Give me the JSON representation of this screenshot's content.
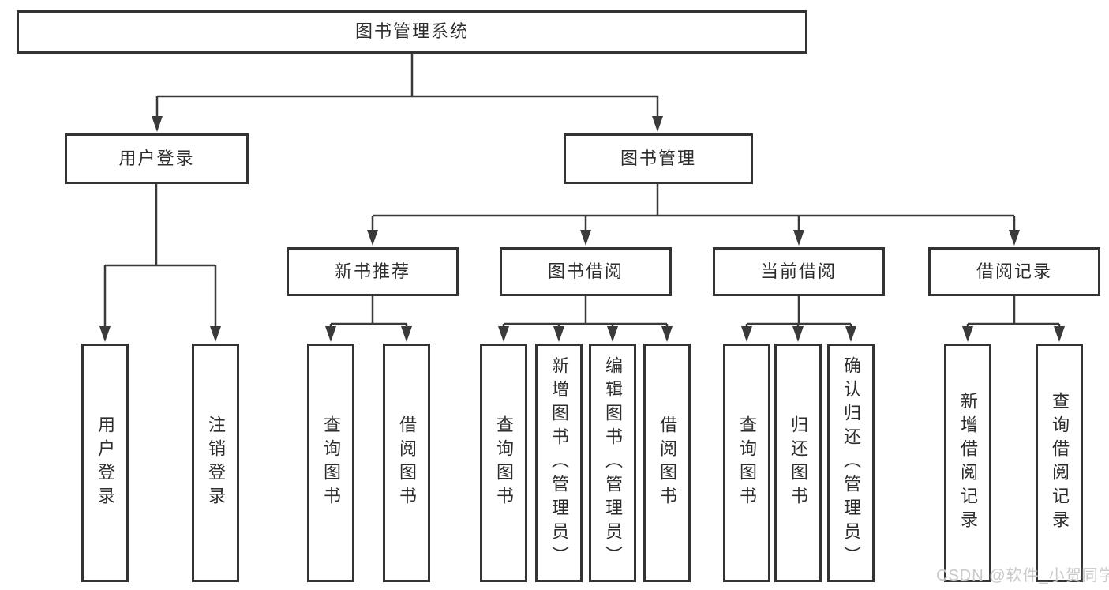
{
  "diagram": {
    "root": {
      "label": "图书管理系统"
    },
    "user_login": {
      "label": "用户登录",
      "children": [
        {
          "label": "用户登录"
        },
        {
          "label": "注销登录"
        }
      ]
    },
    "book_mgmt": {
      "label": "图书管理",
      "sections": [
        {
          "label": "新书推荐",
          "children": [
            {
              "label": "查询图书"
            },
            {
              "label": "借阅图书"
            }
          ]
        },
        {
          "label": "图书借阅",
          "children": [
            {
              "label": "查询图书"
            },
            {
              "label": "新增图书（管理员）"
            },
            {
              "label": "编辑图书（管理员）"
            },
            {
              "label": "借阅图书"
            }
          ]
        },
        {
          "label": "当前借阅",
          "children": [
            {
              "label": "查询图书"
            },
            {
              "label": "归还图书"
            },
            {
              "label": "确认归还（管理员）"
            }
          ]
        },
        {
          "label": "借阅记录",
          "children": [
            {
              "label": "新增借阅记录"
            },
            {
              "label": "查询借阅记录"
            }
          ]
        }
      ]
    }
  },
  "watermark": {
    "text": "CSDN @软件_小贺同学"
  },
  "colors": {
    "line": "#3a3a3a",
    "box_border": "#333333",
    "text": "#2d2d2d",
    "watermark": "#c9c9c9",
    "background": "#ffffff"
  }
}
